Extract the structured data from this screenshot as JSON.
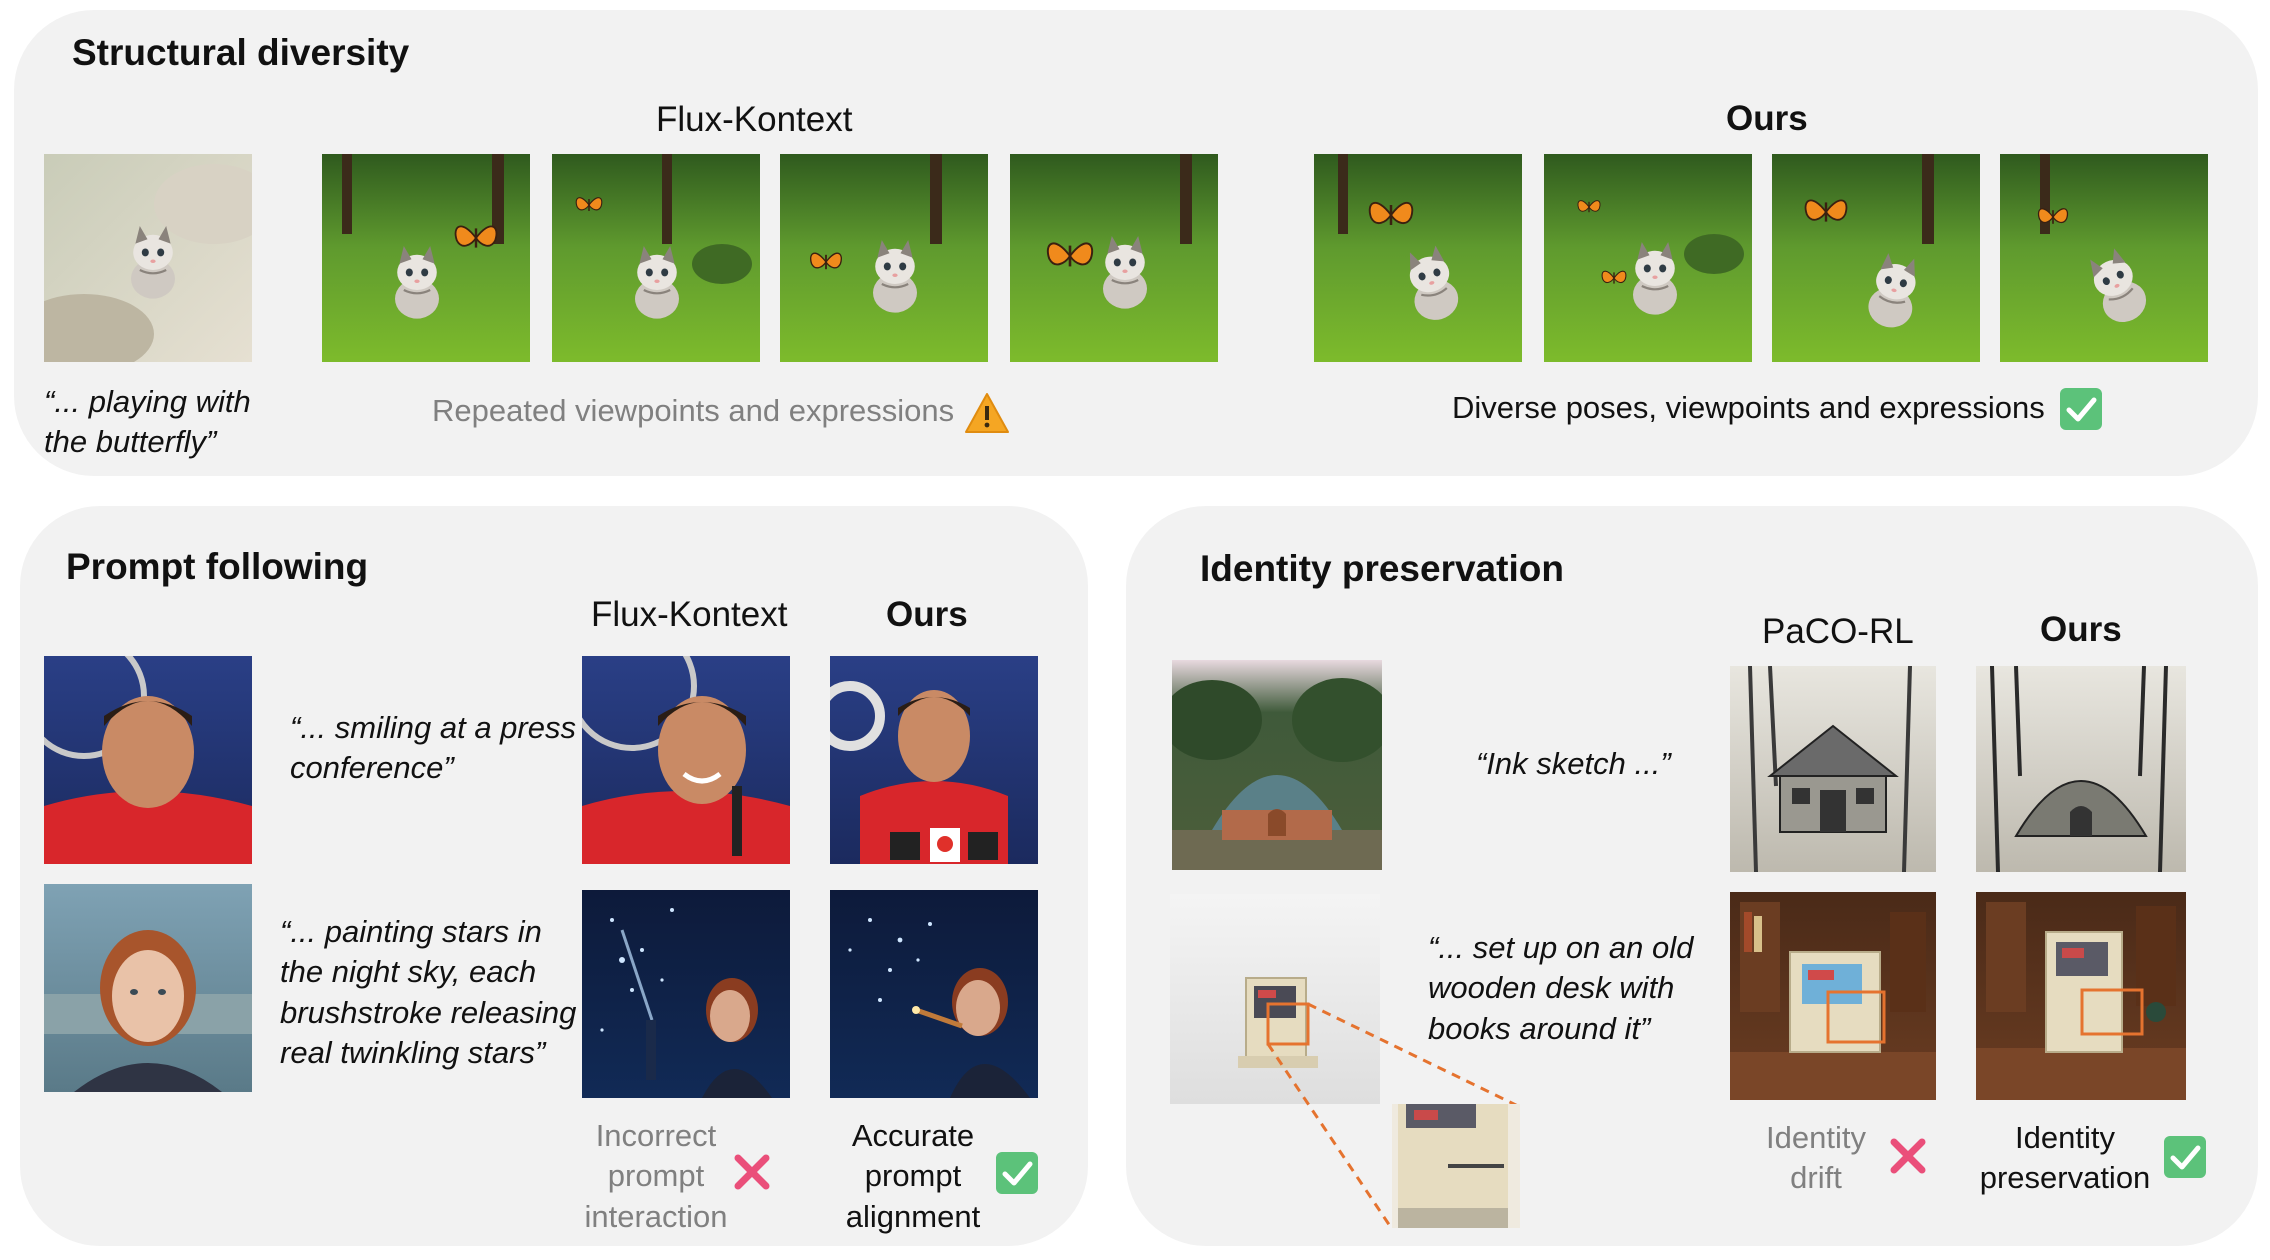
{
  "structural": {
    "title": "Structural diversity",
    "flux_label": "Flux-Kontext",
    "ours_label": "Ours",
    "prompt": "“... playing with the butterfly”",
    "flux_caption": "Repeated viewpoints and expressions",
    "ours_caption": "Diverse poses, viewpoints and expressions"
  },
  "prompt_following": {
    "title": "Prompt following",
    "flux_label": "Flux-Kontext",
    "ours_label": "Ours",
    "prompt1": "“... smiling at a press conference”",
    "prompt2": "“... painting stars in the night sky, each brushstroke releasing real twinkling stars”",
    "flux_caption": "Incorrect prompt interaction",
    "ours_caption": "Accurate prompt alignment"
  },
  "identity": {
    "title": "Identity preservation",
    "paco_label": "PaCO-RL",
    "ours_label": "Ours",
    "prompt1": "“Ink sketch ...”",
    "prompt2": "“... set up on an old wooden desk with books around it”",
    "paco_caption": "Identity drift",
    "ours_caption": "Identity preservation"
  },
  "icons": {
    "warning": "warning-icon",
    "check": "check-icon",
    "cross": "cross-icon"
  },
  "colors": {
    "panel_bg": "#f2f2f2",
    "check_green": "#5cc27a",
    "cross_pink": "#ea4f7a",
    "warning_orange": "#f5a623",
    "highlight_orange": "#e5732f"
  }
}
